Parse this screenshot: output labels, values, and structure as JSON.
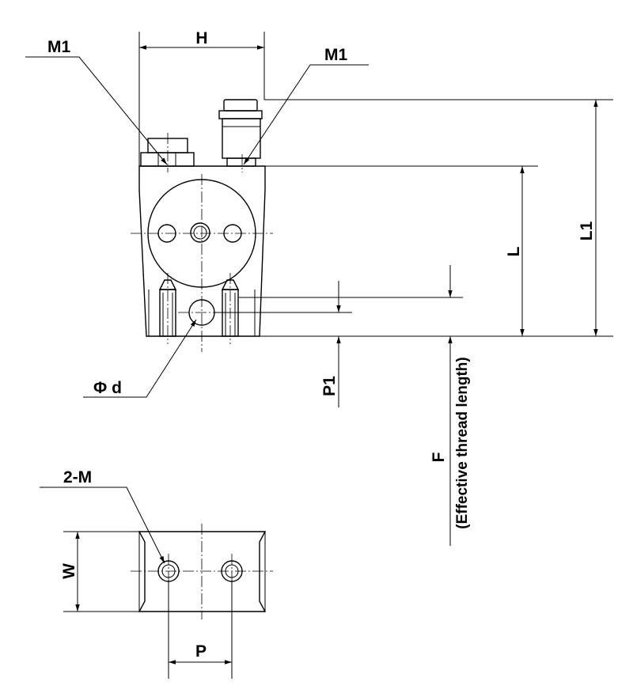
{
  "labels": {
    "m1_left": "M1",
    "m1_right": "M1",
    "h": "H",
    "l": "L",
    "l1": "L1",
    "p1": "P1",
    "phi_d": "Φ d",
    "f": "F",
    "f_note": "(Effective thread length)",
    "two_m": "2-M",
    "w": "W",
    "p": "P"
  }
}
